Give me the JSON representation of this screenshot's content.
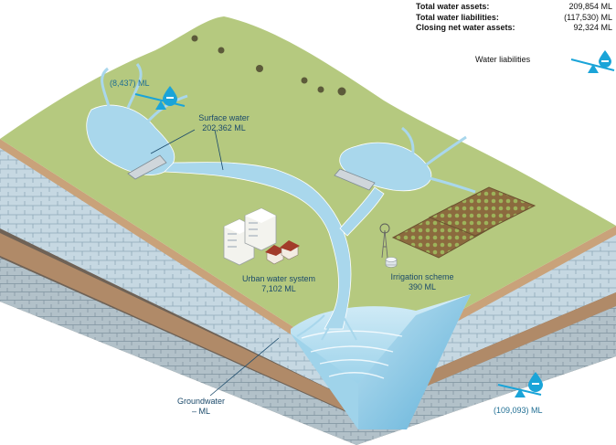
{
  "summary": {
    "rows": [
      {
        "label": "Total water assets:",
        "value": "209,854 ML"
      },
      {
        "label": "Total water liabilities:",
        "value": "(117,530) ML"
      },
      {
        "label": "Closing net water assets:",
        "value": "92,324 ML"
      }
    ]
  },
  "legend": {
    "liabilities_label": "Water liabilities"
  },
  "labels": {
    "surface_liability": "(8,437) ML",
    "surface_water_title": "Surface water",
    "surface_water_value": "202,362 ML",
    "urban_title": "Urban water system",
    "urban_value": "7,102 ML",
    "irrigation_title": "Irrigation scheme",
    "irrigation_value": "390 ML",
    "groundwater_title": "Groundwater",
    "groundwater_value": "– ML",
    "groundwater_liability": "(109,093) ML"
  },
  "colors": {
    "grass": "#b5c97f",
    "water": "#a9d7ec",
    "water_deep": "#6cb9dd",
    "rock_front": "#b7cdd9",
    "rock_dark": "#6f6256",
    "soil": "#c9a27a",
    "accent": "#1aa4d8"
  },
  "icons": [
    "balance-scale-icon",
    "water-drop-minus-icon",
    "tree-icon",
    "building-icon",
    "house-icon",
    "windmill-icon",
    "tank-icon",
    "dam-wall-icon"
  ]
}
